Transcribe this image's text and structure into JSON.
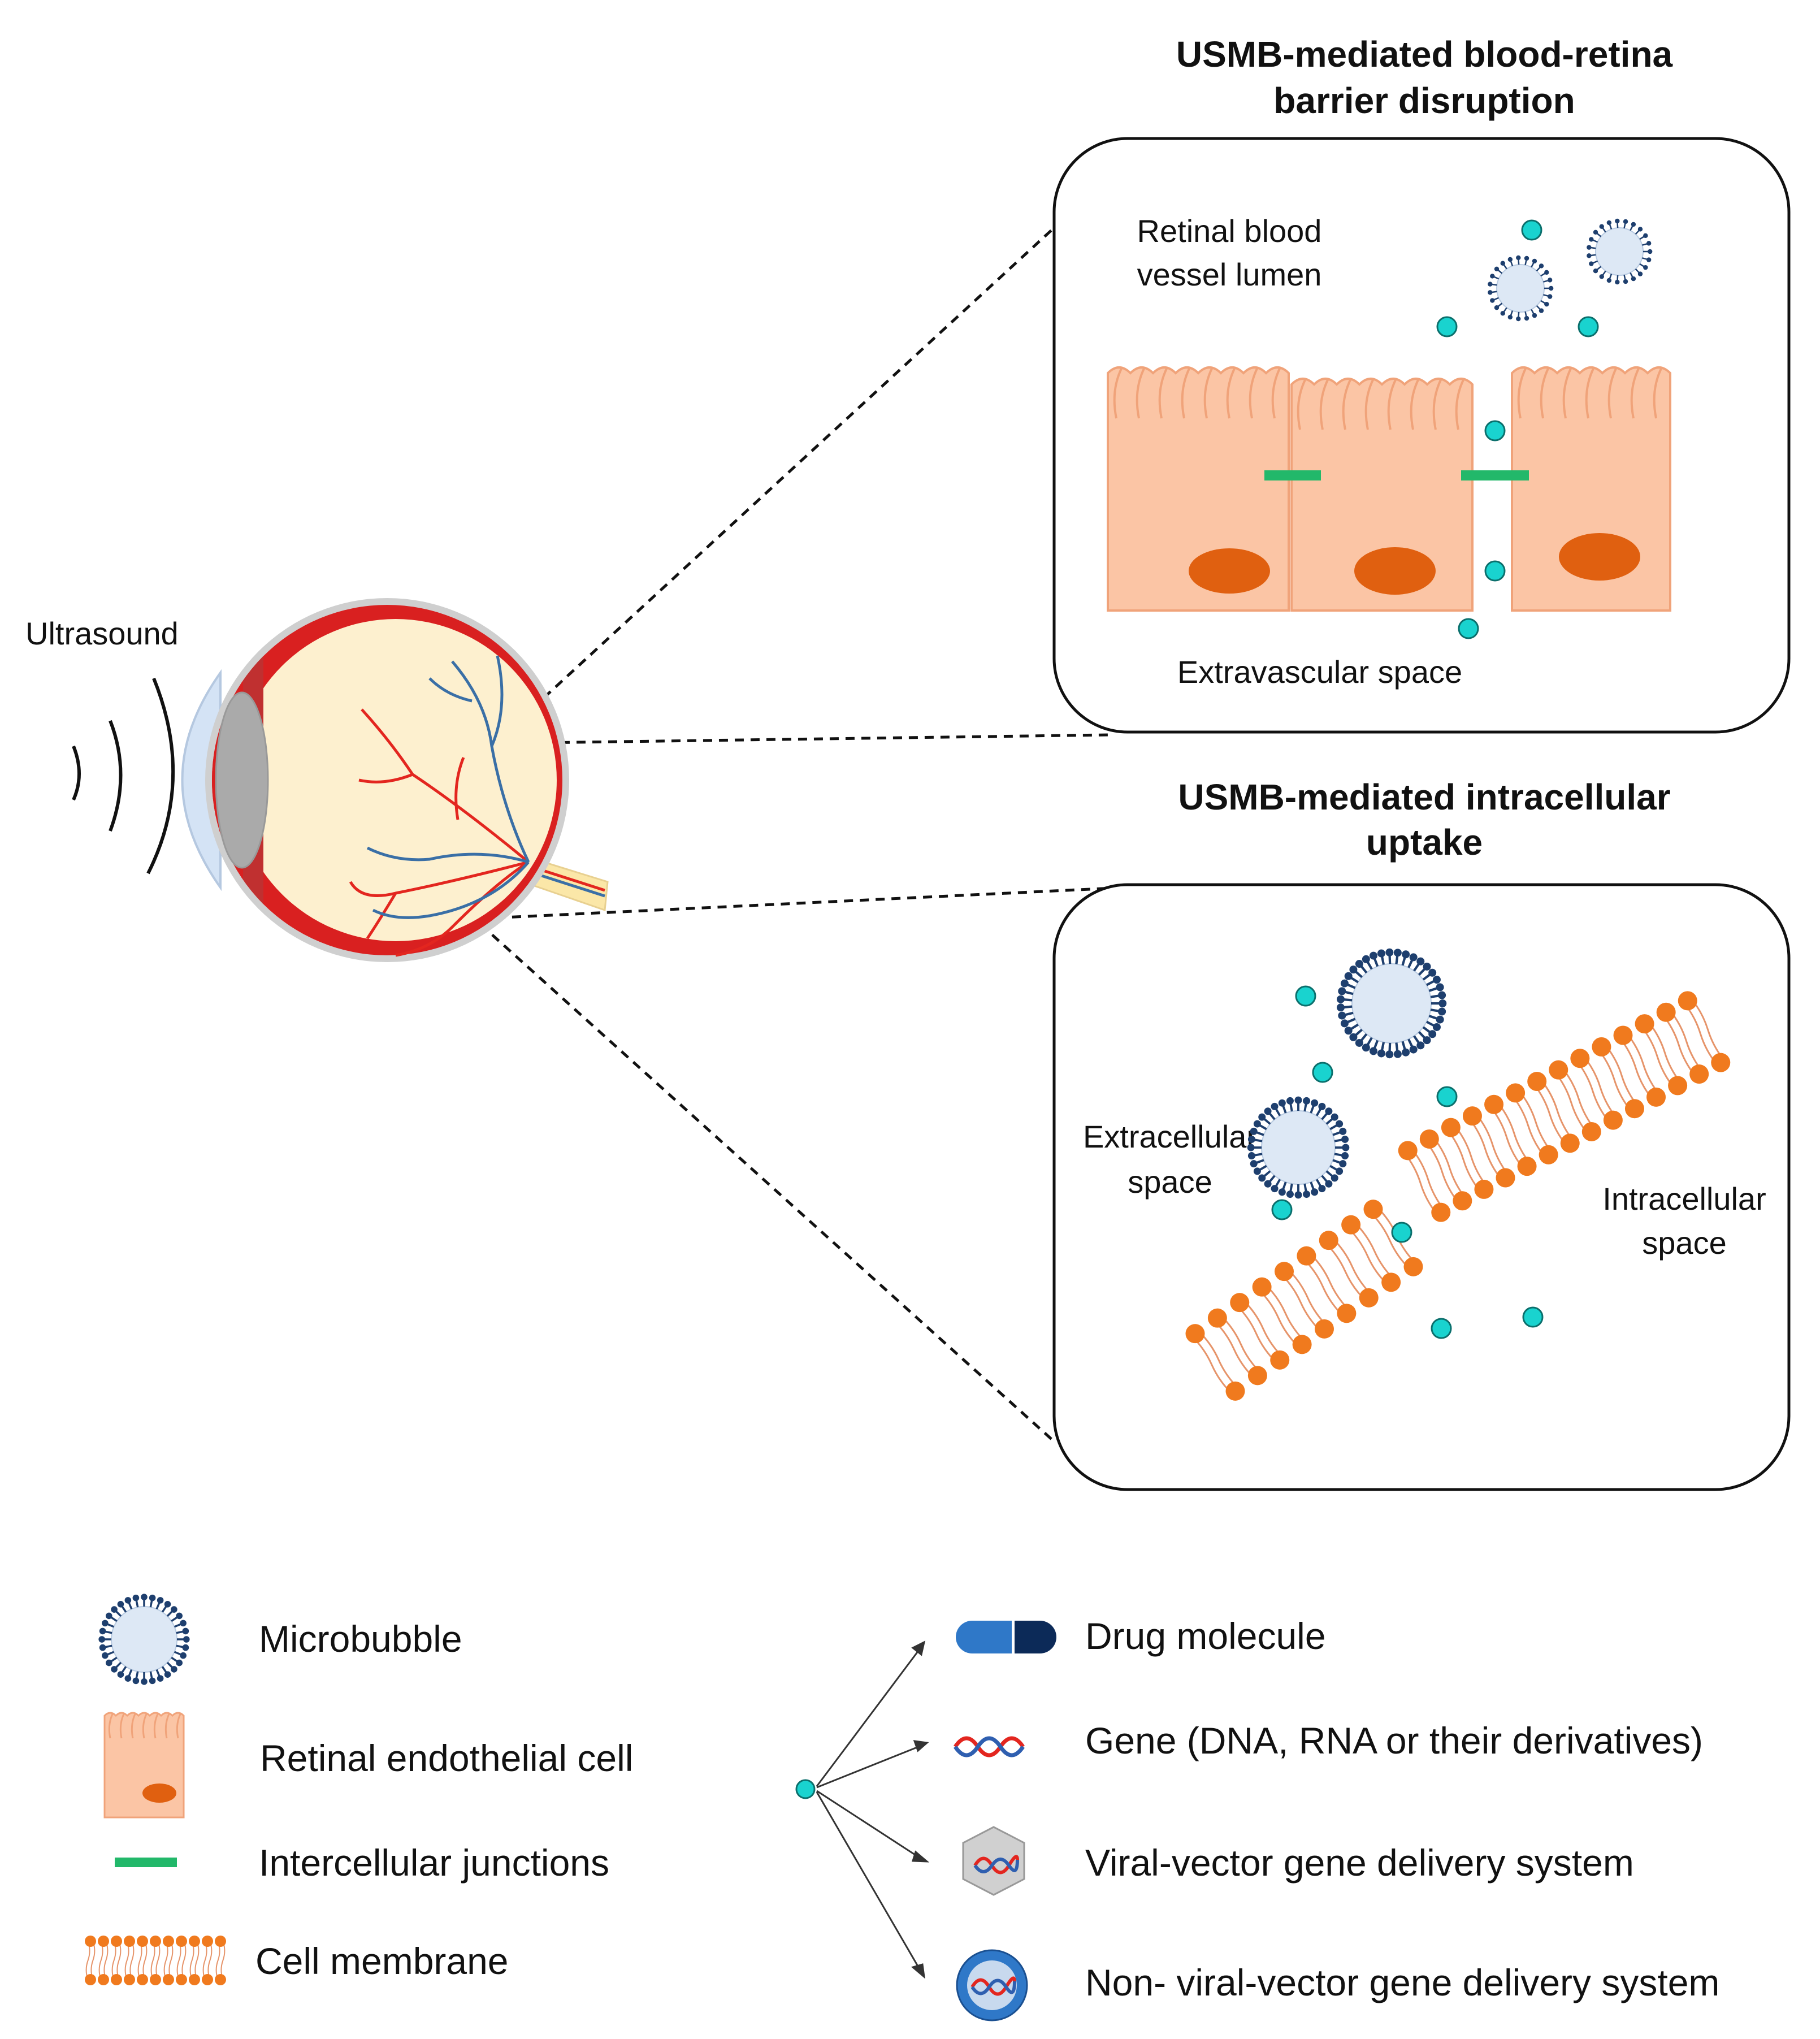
{
  "titles": {
    "brb_line1": "USMB-mediated blood-retina",
    "brb_line2": "barrier disruption",
    "uptake_line1": "USMB-mediated intracellular",
    "uptake_line2": "uptake"
  },
  "eye": {
    "ultrasound_label": "Ultrasound"
  },
  "brb_panel": {
    "lumen_line1": "Retinal blood",
    "lumen_line2": "vessel lumen",
    "extravascular": "Extravascular  space"
  },
  "uptake_panel": {
    "extracellular_line1": "Extracellular",
    "extracellular_line2": "space",
    "intracellular_line1": "Intracellular",
    "intracellular_line2": "space"
  },
  "legend": {
    "microbubble": "Microbubble",
    "endothelial_cell": "Retinal endothelial cell",
    "junctions": "Intercellular junctions",
    "membrane": "Cell membrane",
    "drug": "Drug molecule",
    "gene": "Gene (DNA, RNA or their derivatives)",
    "viral": "Viral-vector gene delivery system",
    "nonviral": "Non- viral-vector gene delivery system"
  },
  "colors": {
    "cell_fill": "#fbc5a5",
    "cell_stroke": "#f0a37a",
    "nucleus": "#e06010",
    "junction": "#22b86a",
    "particle": "#19d3cf",
    "microbubble_fill": "#dde8f5",
    "lipid_head": "#1e3f6e",
    "membrane_head": "#f07a1e",
    "vessel_red": "#e3261f",
    "vessel_blue": "#3a6fa6"
  },
  "icons": {
    "microbubble": "microbubble-icon",
    "particle": "therapeutic-particle-icon",
    "drug": "capsule-icon",
    "gene": "double-helix-icon",
    "viral": "hexagon-virus-icon",
    "nonviral": "liposome-icon",
    "ultrasound": "sound-wave-icon"
  }
}
